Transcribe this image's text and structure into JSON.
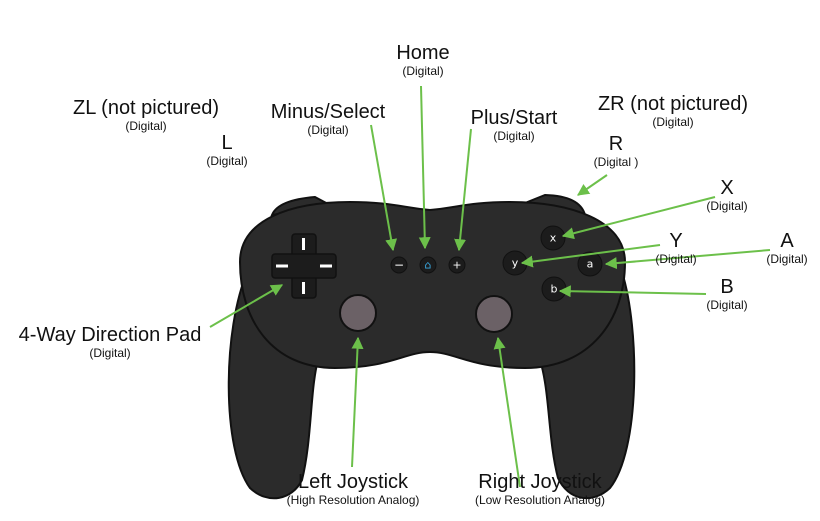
{
  "labels": {
    "home": {
      "name": "Home",
      "type": "(Digital)"
    },
    "minus": {
      "name": "Minus/Select",
      "type": "(Digital)"
    },
    "plus": {
      "name": "Plus/Start",
      "type": "(Digital)"
    },
    "zl": {
      "name": "ZL (not pictured)",
      "type": "(Digital)"
    },
    "l": {
      "name": "L",
      "type": "(Digital)"
    },
    "zr": {
      "name": "ZR (not pictured)",
      "type": "(Digital)"
    },
    "r": {
      "name": "R",
      "type": "(Digital )"
    },
    "x": {
      "name": "X",
      "type": "(Digital)"
    },
    "y": {
      "name": "Y",
      "type": "(Digital)"
    },
    "a": {
      "name": "A",
      "type": "(Digital)"
    },
    "b": {
      "name": "B",
      "type": "(Digital)"
    },
    "dpad": {
      "name": "4-Way Direction Pad",
      "type": "(Digital)"
    },
    "left_stick": {
      "name": "Left Joystick",
      "type": "(High Resolution Analog)"
    },
    "right_stick": {
      "name": "Right Joystick",
      "type": "(Low Resolution Analog)"
    }
  },
  "buttons": {
    "x": "x",
    "y": "y",
    "a": "a",
    "b": "b",
    "minus": "−",
    "plus": "+",
    "home": "⌂"
  },
  "colors": {
    "body": "#2b2b2b",
    "outline": "#111111",
    "arrow": "#6cc04a",
    "stick": "#6b6166",
    "home_icon": "#3aa8e0"
  }
}
